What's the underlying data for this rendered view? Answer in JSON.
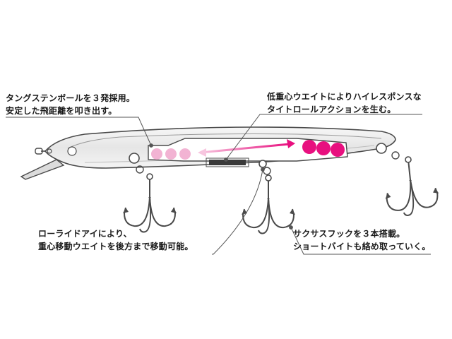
{
  "callouts": {
    "tungsten": {
      "line1": "タングステンボールを３発採用。",
      "line2": "安定した飛距離を叩き出す。"
    },
    "center_weight": {
      "line1": "低重心ウエイトによりハイレスポンスな",
      "line2": "タイトロールアクションを生む。"
    },
    "low_ride_eye": {
      "line1": "ローライドアイにより、",
      "line2": "重心移動ウエイトを後方まで移動可能。"
    },
    "hooks": {
      "line1": "サクサスフックを３本搭載。",
      "line2": "ショートバイトも絡め取っていく。"
    }
  },
  "colors": {
    "weight_balls_active": "#e8107f",
    "weight_balls_ghost": "#f2b3d3",
    "outline": "#4a4a4a",
    "body_fill": "#eeeeee",
    "leader": "#555555"
  },
  "icons": [
    "tungsten-ball",
    "treble-hook",
    "split-ring",
    "line-eye",
    "center-weight"
  ]
}
